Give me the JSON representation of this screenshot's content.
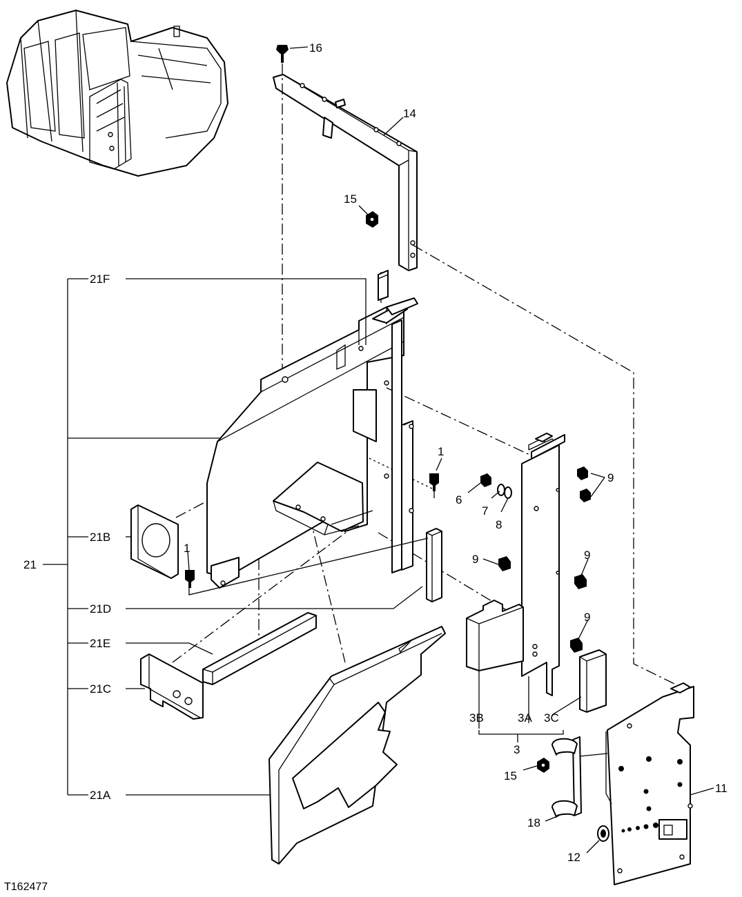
{
  "figure_id": "T162477",
  "callouts": {
    "c1a": "1",
    "c1b": "1",
    "c3": "3",
    "c3a": "3A",
    "c3b": "3B",
    "c3c": "3C",
    "c6": "6",
    "c7": "7",
    "c8": "8",
    "c9a": "9",
    "c9b": "9",
    "c9c": "9",
    "c9d": "9",
    "c11": "11",
    "c12": "12",
    "c14": "14",
    "c15a": "15",
    "c15b": "15",
    "c16": "16",
    "c18": "18",
    "c21": "21",
    "c21a": "21A",
    "c21b": "21B",
    "c21c": "21C",
    "c21d": "21D",
    "c21e": "21E",
    "c21f": "21F"
  }
}
